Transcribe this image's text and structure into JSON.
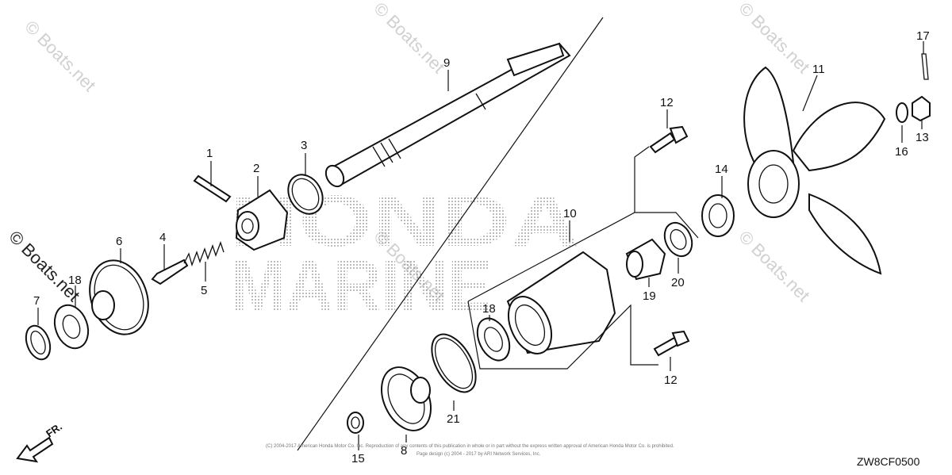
{
  "watermarks": {
    "site": "© Boats.net",
    "brand_line1": "HONDA",
    "brand_line2": "MARINE"
  },
  "callouts": {
    "p1": "1",
    "p2": "2",
    "p3": "3",
    "p4": "4",
    "p5": "5",
    "p6": "6",
    "p7": "7",
    "p8": "8",
    "p9": "9",
    "p10": "10",
    "p11": "11",
    "p12a": "12",
    "p12b": "12",
    "p13": "13",
    "p14": "14",
    "p15": "15",
    "p16": "16",
    "p17": "17",
    "p18a": "18",
    "p18b": "18",
    "p19": "19",
    "p20": "20",
    "p21": "21"
  },
  "direction_label": "FR.",
  "diagram_code": "ZW8CF0500",
  "copyright_line1": "(C) 2004-2017 American Honda Motor Co. Inc. Reproduction of any contents of this publication in whole or in part without the express written approval of American Honda Motor Co. is prohibited.",
  "copyright_line2": "Page design (c) 2004 - 2017 by ARI Network Services, Inc."
}
